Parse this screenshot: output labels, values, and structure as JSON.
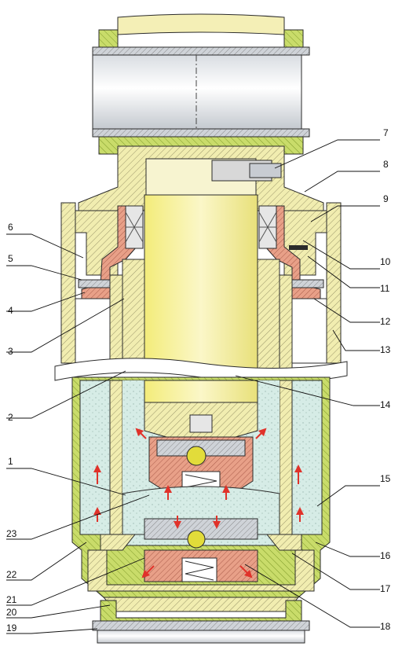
{
  "labels": {
    "l1": "1",
    "l2": "2",
    "l3": "3",
    "l4": "4",
    "l5": "5",
    "l6": "6",
    "l7": "7",
    "l8": "8",
    "l9": "9",
    "l10": "10",
    "l11": "11",
    "l12": "12",
    "l13": "13",
    "l14": "14",
    "l15": "15",
    "l16": "16",
    "l17": "17",
    "l18": "18",
    "l19": "19",
    "l20": "20",
    "l21": "21",
    "l22": "22",
    "l23": "23"
  },
  "colors": {
    "body": "#f1edb0",
    "rubber": "#c9dc6a",
    "rod": "#f7f29a",
    "liquid": "#cfe8e2",
    "valve_parts": "#e8a088",
    "steel_gray": "#c8ccd2",
    "flow_arrow": "#e0322a",
    "outline": "#2b2b2b"
  }
}
